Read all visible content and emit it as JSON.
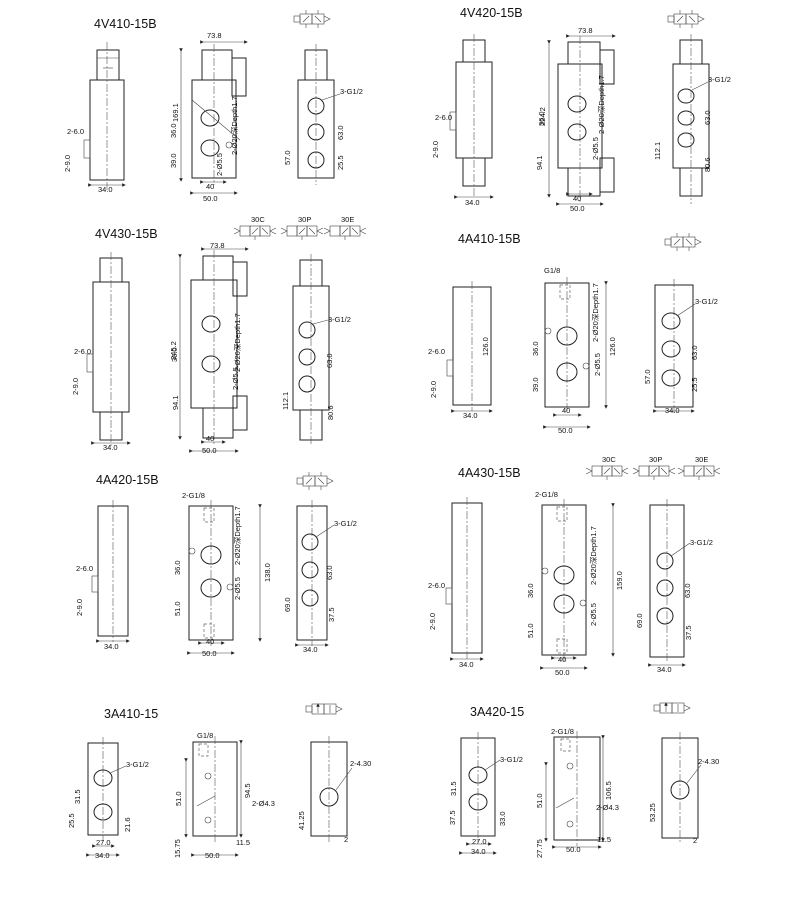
{
  "titles": [
    "4V410-15B",
    "4V420-15B",
    "4V430-15B",
    "4A410-15B",
    "4A420-15B",
    "4A430-15B",
    "3A410-15",
    "3A420-15"
  ],
  "symbol_labels": [
    "30C",
    "30P",
    "30E"
  ],
  "v410": {
    "w738": "73.8",
    "h1691": "169.1",
    "h36": "36.0",
    "h39": "39.0",
    "side26": "2-6.0",
    "side29": "2-9.0",
    "w34": "34.0",
    "w40": "40",
    "w50": "50.0",
    "pipe": "3-G1/2",
    "h63": "63.0",
    "h57": "57.0",
    "h255": "25.5",
    "depth": "2-Ø20深Depth1.7",
    "hole": "2-Ø5.5"
  },
  "v420": {
    "w738": "73.8",
    "h2242": "224.2",
    "h36": "36.0",
    "h941": "94.1",
    "h1121": "112.1",
    "h806": "80.6",
    "side26": "2-6.0",
    "side29": "2-9.0",
    "w34": "34.0",
    "w40": "40",
    "w50": "50.0",
    "pipe": "3-G1/2",
    "h63": "63.0",
    "depth": "2-Ø20深Depth1.7",
    "hole": "2-Ø5.5"
  },
  "v430": {
    "w738": "73.8",
    "h2452": "245.2",
    "h36": "36.0",
    "h941": "94.1",
    "h1121": "112.1",
    "h806": "80.6",
    "side26": "2-6.0",
    "side29": "2-9.0",
    "w34": "34.0",
    "w40": "40",
    "w50": "50.0",
    "pipe": "3-G1/2",
    "h63": "63.0",
    "depth": "2-Ø20深Depth1.7",
    "hole": "2-Ø5.5"
  },
  "a410": {
    "g18": "G1/8",
    "h126": "126.0",
    "h36": "36.0",
    "h39": "39.0",
    "h57": "57.0",
    "h255": "25.5",
    "side26": "2-6.0",
    "side29": "2-9.0",
    "w34": "34.0",
    "w40": "40",
    "w50": "50.0",
    "pipe": "3-G1/2",
    "h63": "63.0",
    "depth": "2-Ø20深Depth1.7",
    "hole": "2-Ø5.5"
  },
  "a420": {
    "g18": "2-G1/8",
    "h138": "138.0",
    "h36": "36.0",
    "h51": "51.0",
    "h69": "69.0",
    "h375": "37.5",
    "side26": "2-6.0",
    "side29": "2-9.0",
    "w34": "34.0",
    "w40": "40",
    "w50": "50.0",
    "pipe": "3-G1/2",
    "h63": "63.0",
    "depth": "2-Ø20深Depth1.7",
    "hole": "2-Ø5.5"
  },
  "a430": {
    "g18": "2-G1/8",
    "h159": "159.0",
    "h36": "36.0",
    "h51": "51.0",
    "h69": "69.0",
    "h375": "37.5",
    "side26": "2-6.0",
    "side29": "2-9.0",
    "w34": "34.0",
    "w40": "40",
    "w50": "50.0",
    "pipe": "3-G1/2",
    "h63": "63.0",
    "depth": "2-Ø20深Depth1.7",
    "hole": "2-Ø5.5"
  },
  "r410": {
    "pipe": "3-G1/2",
    "h315": "31.5",
    "h255": "25.5",
    "h216": "21.6",
    "w27": "27.0",
    "w34": "34.0",
    "g18": "G1/8",
    "h51": "51.0",
    "h945": "94.5",
    "hole": "2-Ø4.3",
    "h1575": "15.75",
    "w50": "50.0",
    "w115": "11.5",
    "h4125": "41.25",
    "p430": "2-4.30",
    "two": "2"
  },
  "r420": {
    "pipe": "3-G1/2",
    "h315": "31.5",
    "h375": "37.5",
    "h33": "33.0",
    "w27": "27.0",
    "w34": "34.0",
    "g18": "2-G1/8",
    "h51": "51.0",
    "h1065": "106.5",
    "hole": "2-Ø4.3",
    "h2775": "27.75",
    "w50": "50.0",
    "w115": "11.5",
    "h5325": "53.25",
    "p430": "2-4.30",
    "two": "2"
  }
}
